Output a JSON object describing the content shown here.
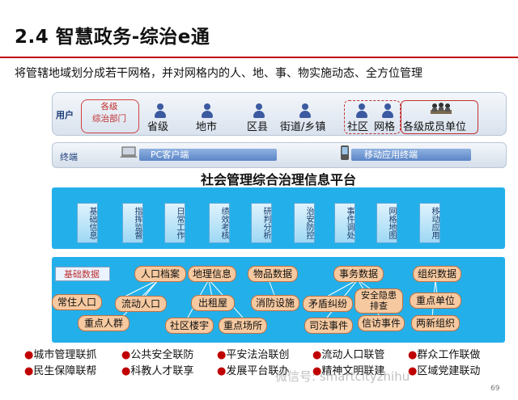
{
  "slide": {
    "title": "2.4 智慧政务-综治e通",
    "subtitle": "将管辖地域划分成若干网格，并对网格内的人、地、事、物实施动态、全方位管理",
    "page_number": "69",
    "watermark": "微信号: smartcityzhihu"
  },
  "users": {
    "label": "用户",
    "departments": "各级\n综治部门",
    "dept_line1": "各级",
    "dept_line2": "综治部门",
    "levels": [
      "省级",
      "地市",
      "区县",
      "街道/乡镇",
      "社区",
      "网格",
      "各级成员单位"
    ]
  },
  "terminals": {
    "label": "终端",
    "pc": "PC客户端",
    "mobile": "移动应用终端"
  },
  "platform": {
    "title": "社会管理综合治理信息平台",
    "modules": [
      "基础信息",
      "指挥监督",
      "日常工作",
      "绩效考核",
      "研判分析",
      "治安防控",
      "事件调处",
      "网格地图",
      "移动应用"
    ]
  },
  "data": {
    "base": "基础数据",
    "categories": [
      "人口档案",
      "地理信息",
      "物品数据",
      "事务数据",
      "组织数据"
    ],
    "items": [
      "常住人口",
      "流动人口",
      "重点人群",
      "出租屋",
      "社区楼宇",
      "重点场所",
      "消防设施",
      "矛盾纠纷",
      "司法事件",
      "安全隐患排查",
      "信访事件",
      "重点单位",
      "两新组织"
    ],
    "hidden_danger_line1": "安全隐患",
    "hidden_danger_line2": "排查"
  },
  "bullets": [
    "城市管理联抓",
    "公共安全联防",
    "平安法治联创",
    "流动人口联管",
    "群众工作联做",
    "民生保障联帮",
    "科教人才联享",
    "发展平台联办",
    "精神文明联建",
    "区域党建联动"
  ],
  "bullet_marker": "●",
  "colors": {
    "accent": "#c00000",
    "panel": "#23b0ea",
    "pill": "#f6c9a0"
  }
}
